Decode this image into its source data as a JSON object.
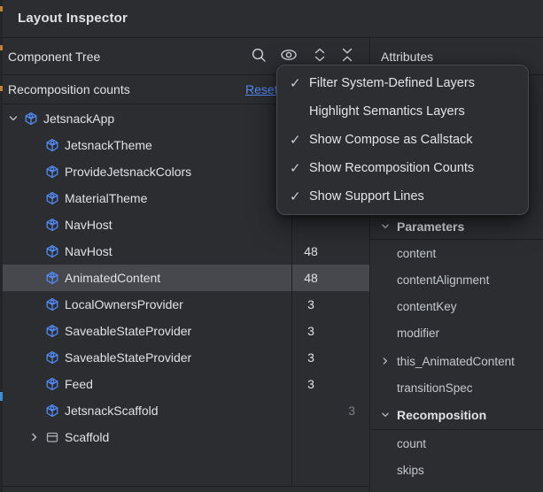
{
  "window": {
    "title": "Layout Inspector"
  },
  "component_tree": {
    "header": "Component Tree",
    "toolbar": {
      "icons": [
        "search-icon",
        "view-options-eye-icon",
        "expand-all-icon",
        "collapse-all-icon"
      ]
    },
    "recomposition_row": {
      "label": "Recomposition counts",
      "reset_label": "Reset"
    },
    "rows": [
      {
        "label": "JetsnackApp",
        "depth": 0,
        "chevron": "expanded",
        "icon": "compose-node",
        "count": ""
      },
      {
        "label": "JetsnackTheme",
        "depth": 1,
        "chevron": "none",
        "icon": "compose-node",
        "count": ""
      },
      {
        "label": "ProvideJetsnackColors",
        "depth": 1,
        "chevron": "none",
        "icon": "compose-node",
        "count": ""
      },
      {
        "label": "MaterialTheme",
        "depth": 1,
        "chevron": "none",
        "icon": "compose-node",
        "count": ""
      },
      {
        "label": "NavHost",
        "depth": 1,
        "chevron": "none",
        "icon": "compose-node",
        "count": ""
      },
      {
        "label": "NavHost",
        "depth": 1,
        "chevron": "none",
        "icon": "compose-node",
        "count": "48"
      },
      {
        "label": "AnimatedContent",
        "depth": 1,
        "chevron": "none",
        "icon": "compose-node",
        "count": "48",
        "selected": true
      },
      {
        "label": "LocalOwnersProvider",
        "depth": 1,
        "chevron": "none",
        "icon": "compose-node",
        "count": "3"
      },
      {
        "label": "SaveableStateProvider",
        "depth": 1,
        "chevron": "none",
        "icon": "compose-node",
        "count": "3"
      },
      {
        "label": "SaveableStateProvider",
        "depth": 1,
        "chevron": "none",
        "icon": "compose-node",
        "count": "3"
      },
      {
        "label": "Feed",
        "depth": 1,
        "chevron": "none",
        "icon": "compose-node",
        "count": "3"
      },
      {
        "label": "JetsnackScaffold",
        "depth": 1,
        "chevron": "none",
        "icon": "compose-node",
        "count": "3",
        "count_muted": true
      },
      {
        "label": "Scaffold",
        "depth": 1,
        "chevron": "collapsed",
        "icon": "scaffold-node",
        "count": ""
      }
    ]
  },
  "view_options_menu": {
    "items": [
      {
        "label": "Filter System-Defined Layers",
        "checked": true,
        "check": "✓"
      },
      {
        "label": "Highlight Semantics Layers",
        "checked": false,
        "check": ""
      },
      {
        "label": "Show Compose as Callstack",
        "checked": true,
        "check": "✓"
      },
      {
        "label": "Show Recomposition Counts",
        "checked": true,
        "check": "✓"
      },
      {
        "label": "Show Support Lines",
        "checked": true,
        "check": "✓"
      }
    ]
  },
  "attributes": {
    "header": "Attributes",
    "sections": [
      {
        "title": "Parameters",
        "items": [
          {
            "label": "content"
          },
          {
            "label": "contentAlignment"
          },
          {
            "label": "contentKey"
          },
          {
            "label": "modifier"
          },
          {
            "label": "this_AnimatedContent",
            "expandable": true
          },
          {
            "label": "transitionSpec"
          }
        ]
      },
      {
        "title": "Recomposition",
        "items": [
          {
            "label": "count"
          },
          {
            "label": "skips"
          }
        ]
      }
    ]
  },
  "colors": {
    "background": "#2b2d31",
    "selection": "#46484e",
    "divider": "#1d1f22",
    "accent_blue": "#548af7",
    "text_primary": "#dfe1e5",
    "text_muted": "#7a7e85",
    "stripe_orange": "#bd8437",
    "stripe_blue": "#3e8fd0"
  }
}
